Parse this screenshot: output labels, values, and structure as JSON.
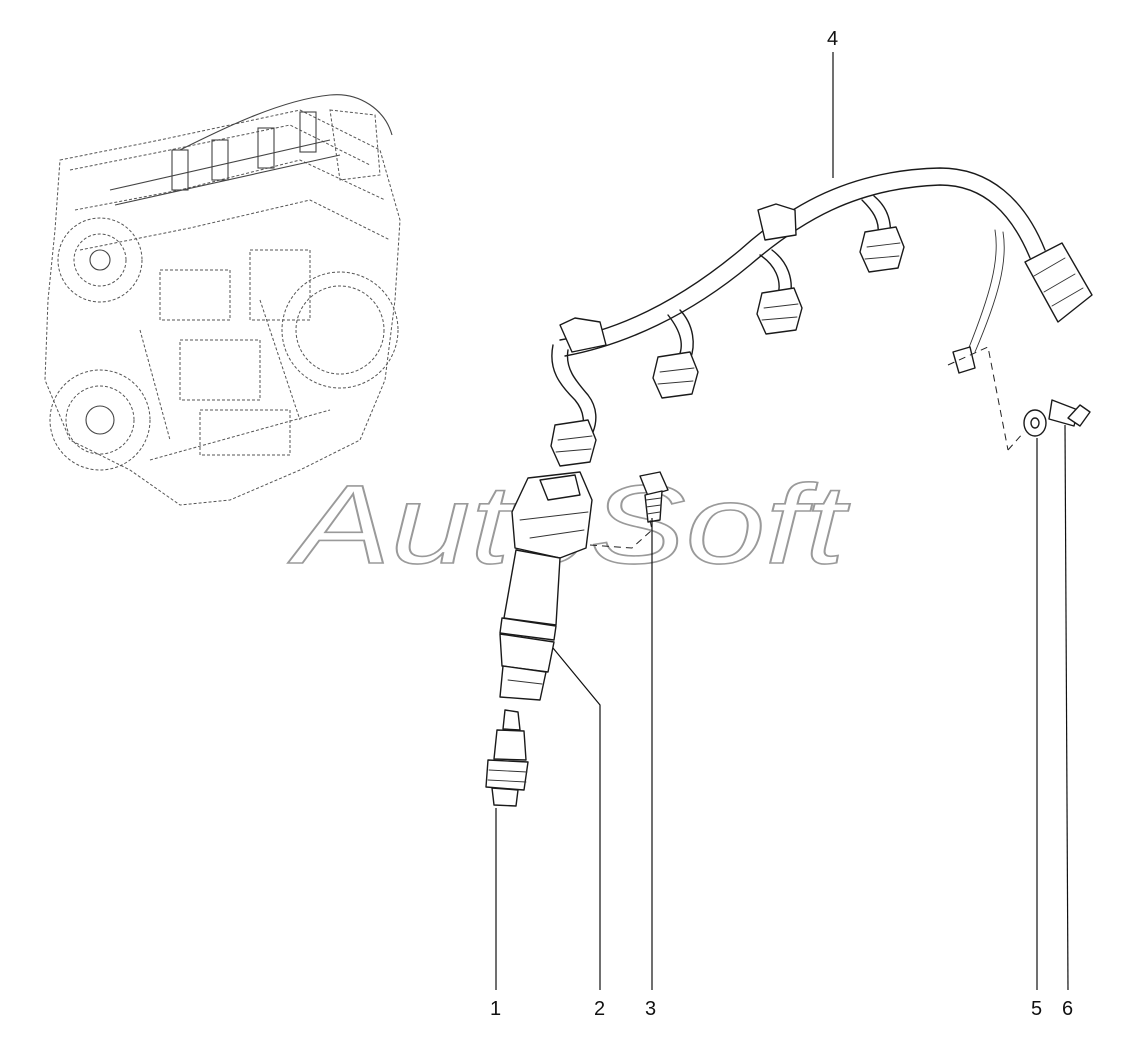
{
  "diagram": {
    "watermark_text": "AutoSoft",
    "callouts": [
      {
        "id": "1",
        "label": "1"
      },
      {
        "id": "2",
        "label": "2"
      },
      {
        "id": "3",
        "label": "3"
      },
      {
        "id": "4",
        "label": "4"
      },
      {
        "id": "5",
        "label": "5"
      },
      {
        "id": "6",
        "label": "6"
      }
    ]
  }
}
